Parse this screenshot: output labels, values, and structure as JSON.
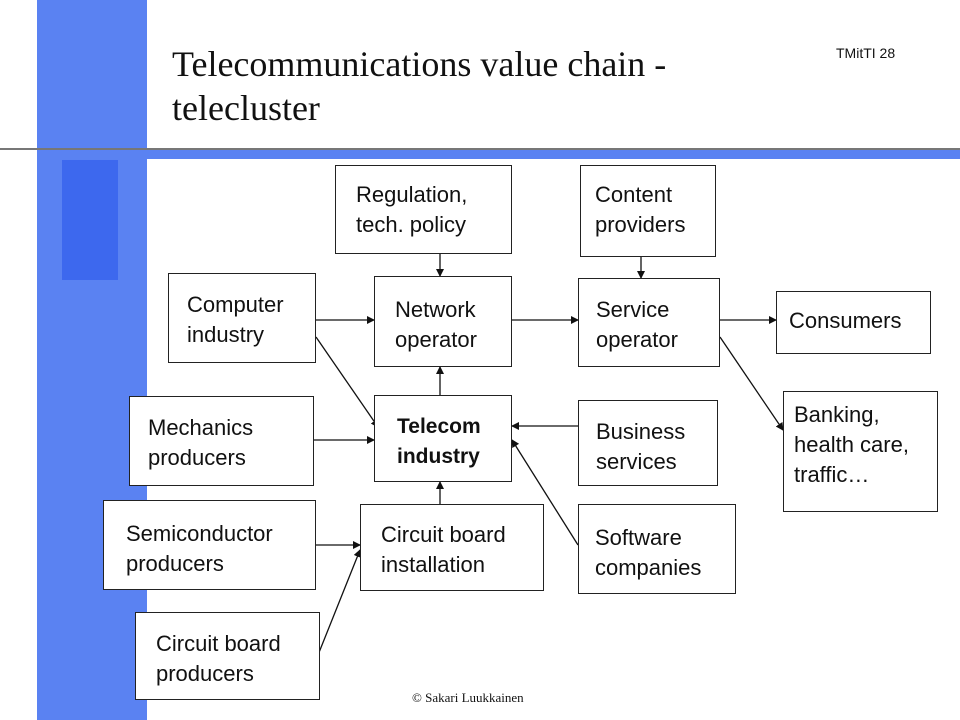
{
  "slide": {
    "title": "Telecommunications  value chain - telecluster",
    "number": "TMitTI  28",
    "footer": "© Sakari Luukkainen"
  },
  "nodes": {
    "regulation": "Regulation,\ntech. policy",
    "content": "Content\nproviders",
    "computer": "Computer\nindustry",
    "network": "Network\noperator",
    "service": "Service\noperator",
    "consumers": "Consumers",
    "mechanics": "Mechanics\nproducers",
    "telecom": "Telecom\nindustry",
    "business": "Business\nservices",
    "banking": "Banking,\nhealth care,\ntraffic…",
    "semiconductor": "Semiconductor\nproducers",
    "circuit_install": "Circuit board\ninstallation",
    "software": "Software\ncompanies",
    "circuit_prod": "Circuit board\nproducers"
  },
  "colors": {
    "accent": "#5a82f2",
    "accent_dark": "#3d68ee"
  }
}
